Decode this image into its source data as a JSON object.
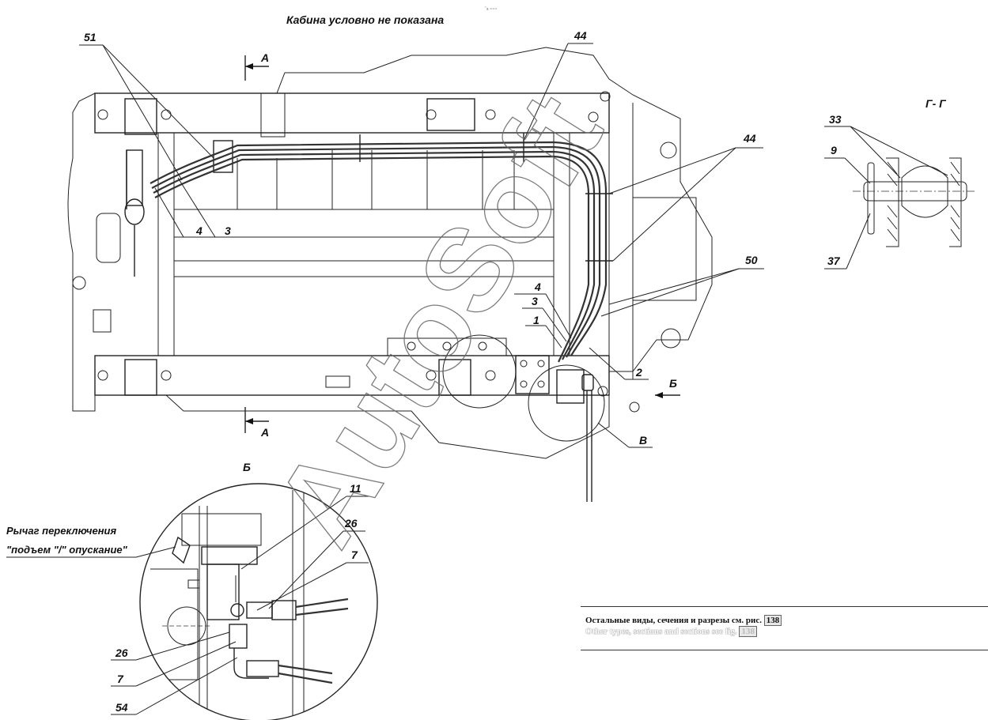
{
  "header": {
    "title": "Кабина условно не  показана",
    "tiny_mark": "⁻ₐ ₌₌₌"
  },
  "section_labels": {
    "a_top": "А",
    "a_bottom": "А",
    "b_arrow": "Б",
    "b_view": "Б",
    "v_view": "В",
    "gg": "Г- Г"
  },
  "callouts": {
    "c51": "51",
    "c44a": "44",
    "c44b": "44",
    "c4a": "4",
    "c3a": "3",
    "c50": "50",
    "c4b": "4",
    "c3b": "3",
    "c1": "1",
    "c2": "2",
    "c33": "33",
    "c9": "9",
    "c37": "37",
    "c11": "11",
    "c26a": "26",
    "c7a": "7",
    "c26b": "26",
    "c7b": "7",
    "c54": "54"
  },
  "lever": {
    "line1": "Рычаг  переключения",
    "line2": "\"подъем \"/\" опускание\""
  },
  "note": {
    "ru_text": "Остальные виды, сечения и разрезы см. рис.",
    "en_text": "Other types, sections and sections see fig.",
    "fig": "138"
  },
  "watermark": "AutoSoft"
}
